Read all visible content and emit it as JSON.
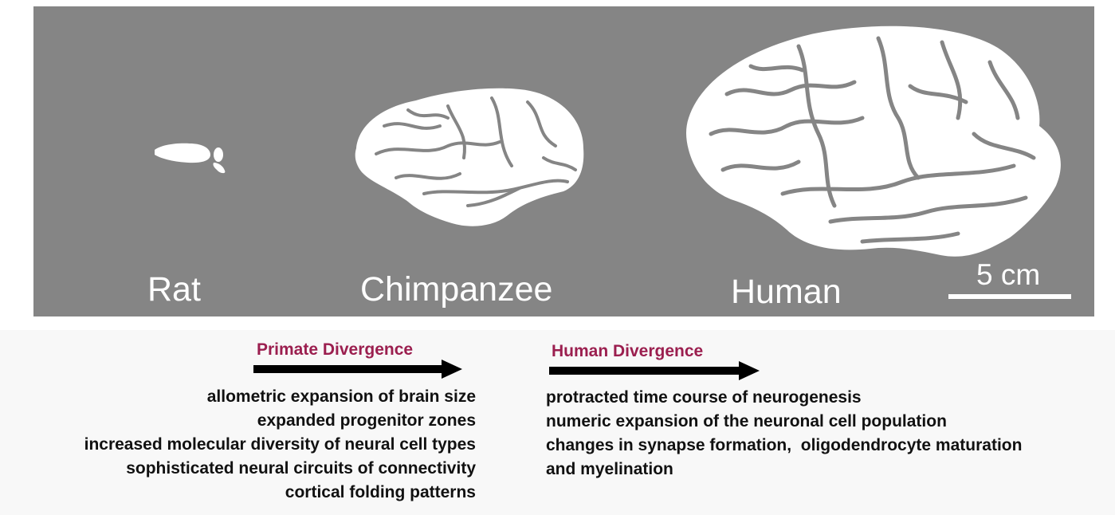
{
  "species_labels": {
    "rat": "Rat",
    "chimpanzee": "Chimpanzee",
    "human": "Human"
  },
  "scale_bar": {
    "label": "5 cm"
  },
  "primate": {
    "title": "Primate Divergence",
    "items": [
      "allometric expansion of brain size",
      "expanded progenitor zones",
      "increased molecular diversity of neural cell types",
      "sophisticated neural circuits of connectivity",
      "cortical folding patterns"
    ]
  },
  "human": {
    "title": "Human Divergence",
    "items": [
      "protracted time course of neurogenesis",
      "numeric expansion of the neuronal cell population",
      "changes in synapse formation,  oligodendrocyte maturation",
      "and myelination"
    ]
  },
  "colors": {
    "panel_bg": "#858585",
    "brain_fill": "#ffffff",
    "title_accent": "#9b1f4f",
    "text": "#111111"
  }
}
